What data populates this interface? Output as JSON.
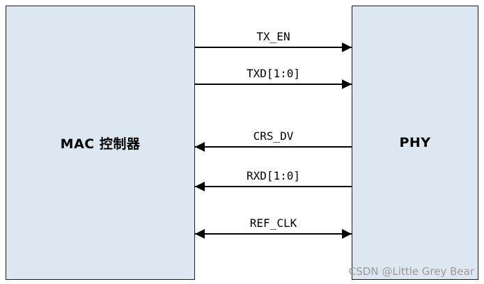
{
  "blocks": {
    "mac": {
      "label": "MAC 控制器"
    },
    "phy": {
      "label": "PHY"
    }
  },
  "signals": [
    {
      "name": "TX_EN",
      "direction": "mac-to-phy"
    },
    {
      "name": "TXD[1:0]",
      "direction": "mac-to-phy"
    },
    {
      "name": "CRS_DV",
      "direction": "phy-to-mac"
    },
    {
      "name": "RXD[1:0]",
      "direction": "phy-to-mac"
    },
    {
      "name": "REF_CLK",
      "direction": "bidirectional"
    }
  ],
  "watermark": "CSDN @Little Grey Bear",
  "colors": {
    "block_fill": "#dde7f1",
    "line": "#000000",
    "watermark": "#9a9a9a"
  }
}
